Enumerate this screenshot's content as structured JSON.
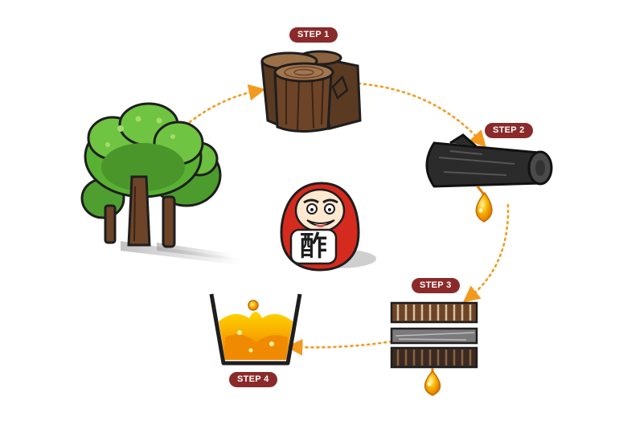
{
  "steps": [
    {
      "label": "STEP 1"
    },
    {
      "label": "STEP 2"
    },
    {
      "label": "STEP 3"
    },
    {
      "label": "STEP 4"
    }
  ],
  "mascot": {
    "kanji": "酢"
  },
  "colors": {
    "badge": "#8b2a2a",
    "arrow": "#f39a1e",
    "tree_green": "#58b133",
    "trunk": "#6d4428",
    "charcoal": "#2b2b2b",
    "drop": "#f7b500",
    "daruma_red": "#d52a1e"
  },
  "icons": [
    "trees-icon",
    "logs-icon",
    "charcoal-icon",
    "board-stack-icon",
    "vinegar-cup-icon",
    "daruma-mascot-icon"
  ]
}
